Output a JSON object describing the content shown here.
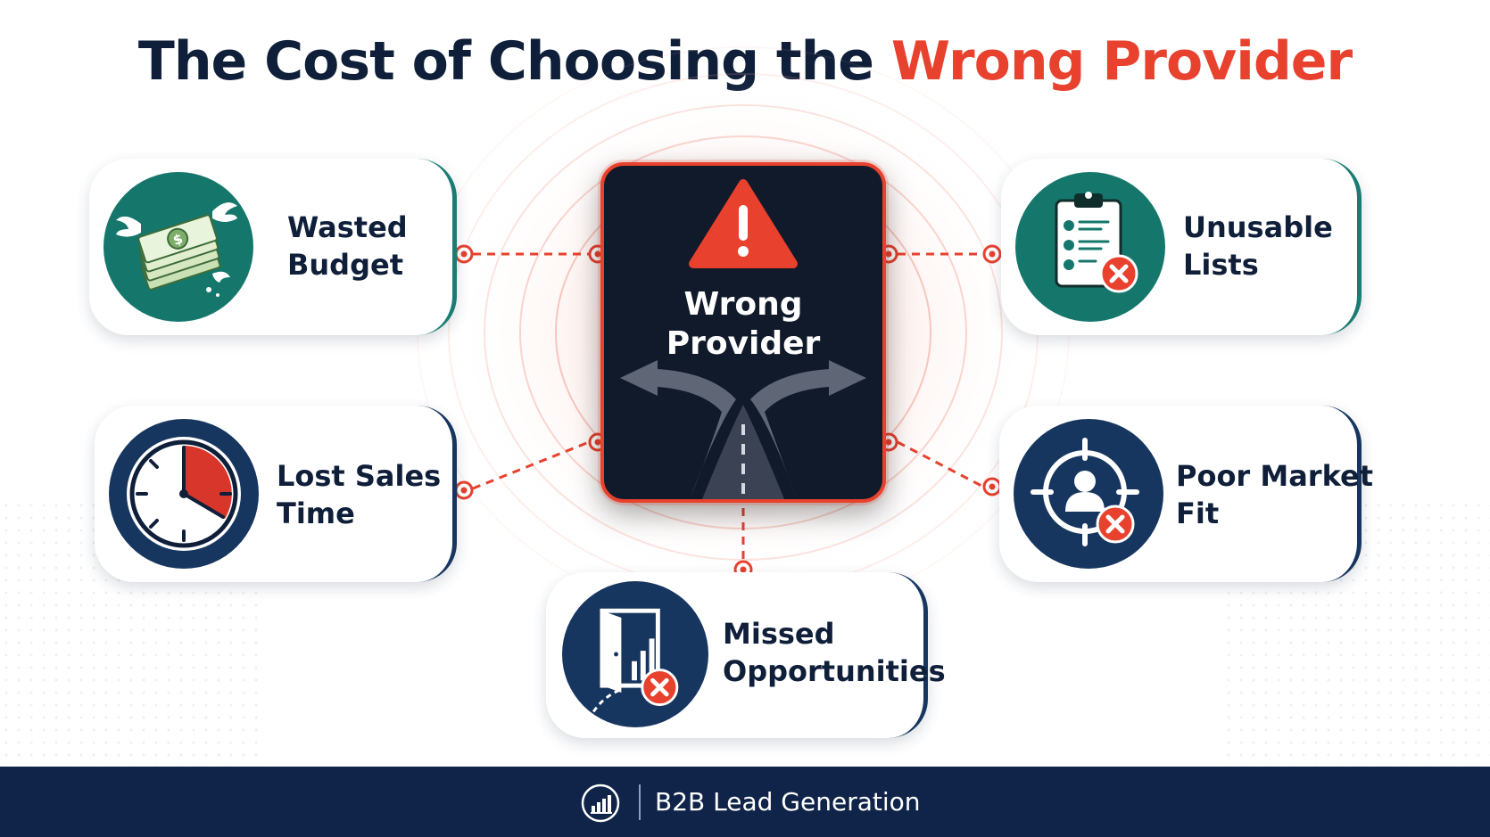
{
  "title": {
    "prefix": "The Cost of Choosing the ",
    "highlight": "Wrong Provider"
  },
  "center": {
    "line1": "Wrong",
    "line2": "Provider",
    "icons": [
      "warning-triangle-icon",
      "forked-road-icon"
    ]
  },
  "cards": {
    "wasted_budget": {
      "line1": "Wasted",
      "line2": "Budget",
      "icon": "flying-money-icon"
    },
    "unusable_lists": {
      "line1": "Unusable",
      "line2": "Lists",
      "icon": "clipboard-error-icon"
    },
    "lost_sales_time": {
      "line1": "Lost Sales",
      "line2": "Time",
      "icon": "clock-icon"
    },
    "poor_market_fit": {
      "line1": "Poor Market",
      "line2": "Fit",
      "icon": "target-person-error-icon"
    },
    "missed_opportunities": {
      "line1": "Missed",
      "line2": "Opportunities",
      "icon": "door-chart-error-icon"
    }
  },
  "footer": {
    "text": "B2B Lead Generation",
    "icon": "bar-chart-logo-icon"
  },
  "colors": {
    "navy": "#0f1f3a",
    "accent_red": "#e8412e",
    "teal": "#15776c",
    "dark_blue": "#17365f",
    "footer_bg": "#0f2448"
  }
}
